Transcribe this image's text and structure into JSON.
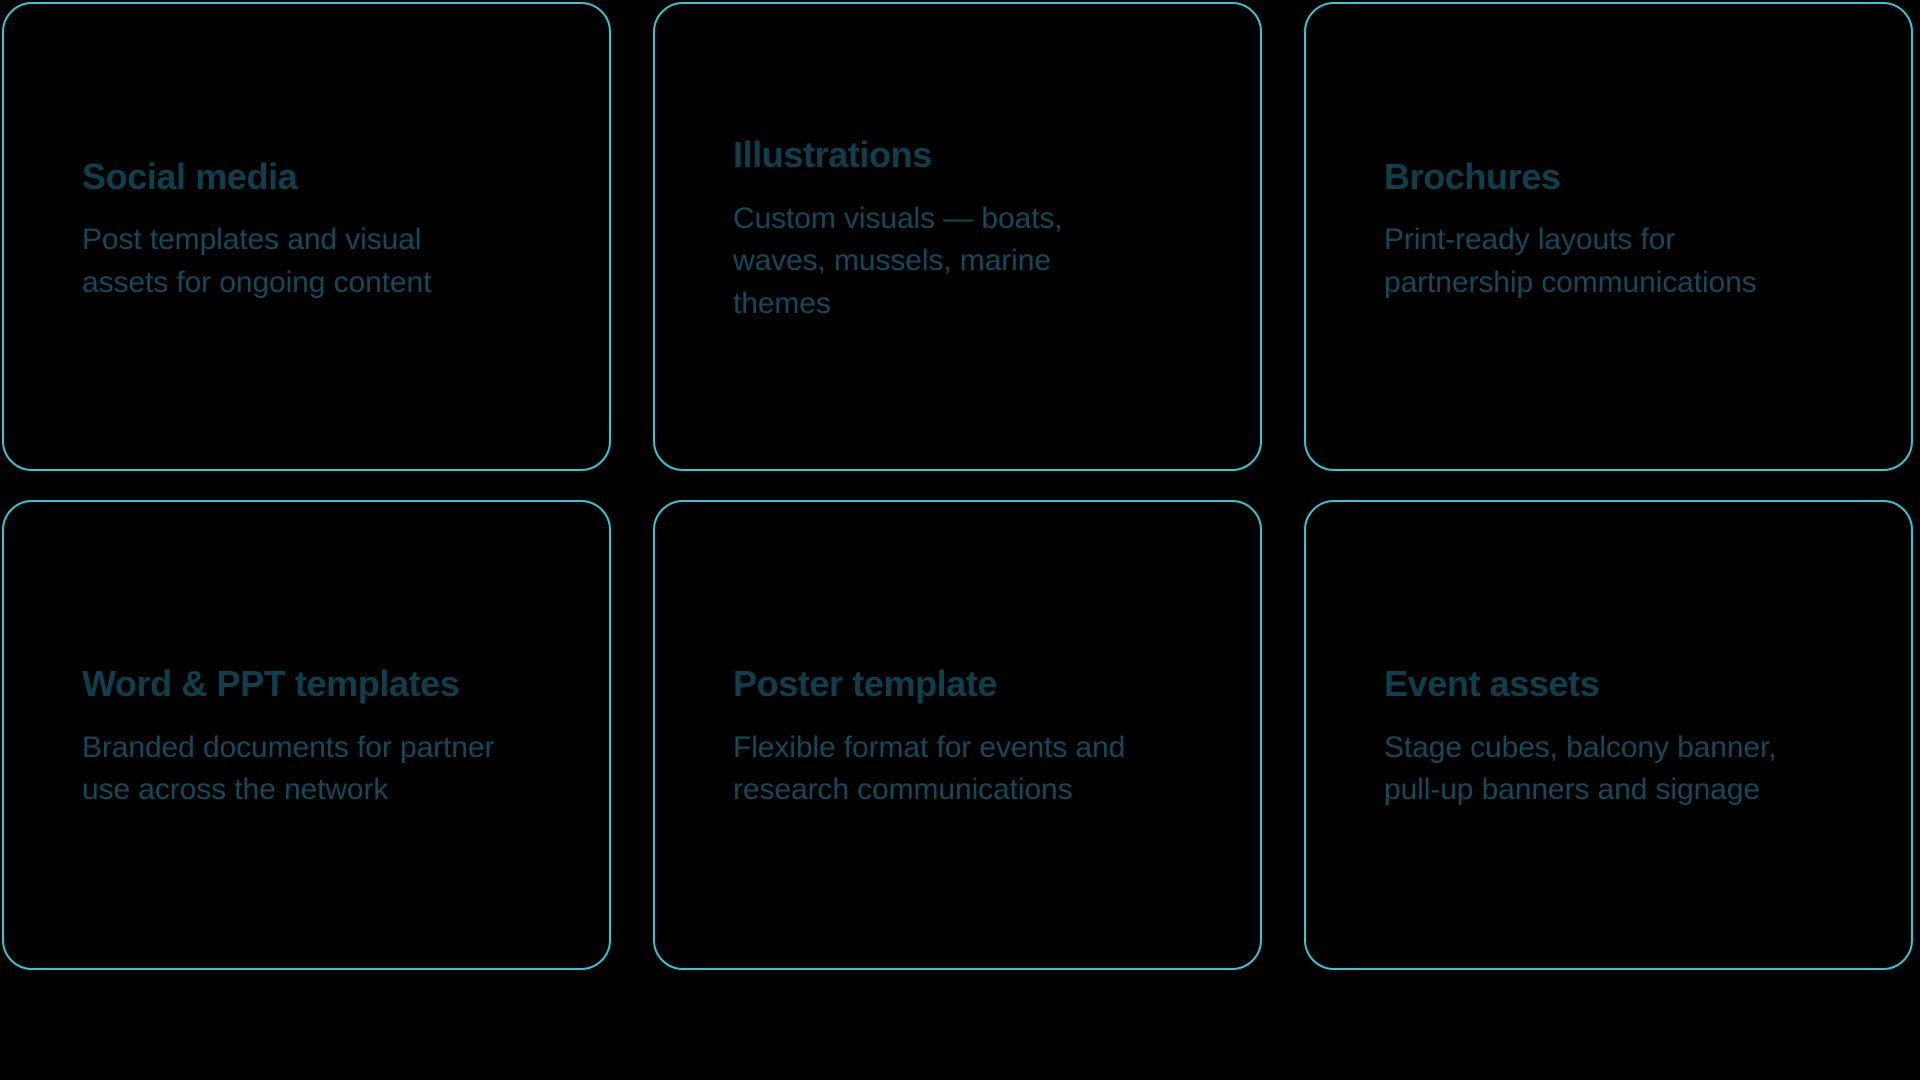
{
  "theme": {
    "background": "#000000",
    "card_border": "#2ec9d3",
    "title_color": "#0d3f4c",
    "body_color": "#14495a"
  },
  "cards": [
    {
      "id": "social-media",
      "title": "Social media",
      "description": "Post templates and visual assets for ongoing content"
    },
    {
      "id": "illustrations",
      "title": "Illustrations",
      "description": "Custom visuals — boats, waves, mussels, marine themes"
    },
    {
      "id": "brochures",
      "title": "Brochures",
      "description": "Print-ready layouts for partnership communications"
    },
    {
      "id": "word-ppt-templates",
      "title": "Word & PPT templates",
      "description": "Branded documents for partner use across the network"
    },
    {
      "id": "poster-template",
      "title": "Poster template",
      "description": "Flexible format for events and research communications"
    },
    {
      "id": "event-assets",
      "title": "Event assets",
      "description": "Stage cubes, balcony banner, pull-up banners and signage"
    }
  ]
}
